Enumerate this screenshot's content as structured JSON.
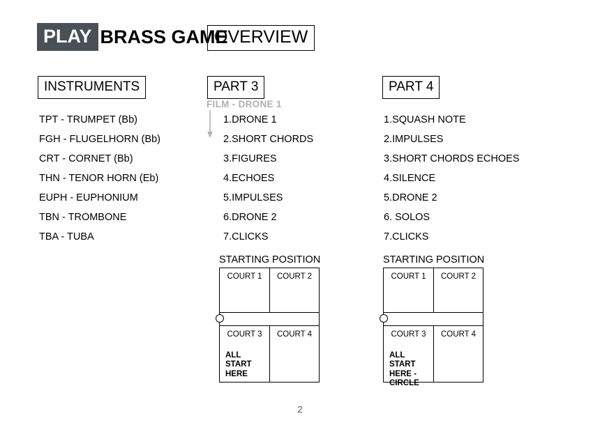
{
  "header": {
    "play_label": "PLAY",
    "title": "BRASS GAME",
    "section_label": "OVERVIEW"
  },
  "colors": {
    "play_badge_bg": "#4a5057",
    "play_badge_text": "#ffffff",
    "film_note_text": "#b0b0b0",
    "rule": "#000000",
    "page_bg": "#ffffff"
  },
  "instruments": {
    "title": "INSTRUMENTS",
    "items": [
      "TPT - TRUMPET (Bb)",
      "FGH - FLUGELHORN (Bb)",
      "CRT - CORNET (Bb)",
      "THN - TENOR HORN (Eb)",
      "EUPH - EUPHONIUM",
      "TBN - TROMBONE",
      "TBA - TUBA"
    ]
  },
  "part3": {
    "title": "PART 3",
    "film_note": "FILM - DRONE 1",
    "items": [
      "1.DRONE 1",
      "2.SHORT CHORDS",
      "3.FIGURES",
      "4.ECHOES",
      "5.IMPULSES",
      "6.DRONE 2",
      "7.CLICKS"
    ],
    "starting_position": {
      "label": "STARTING POSITION",
      "courts": [
        "COURT 1",
        "COURT 2",
        "COURT 3",
        "COURT 4"
      ],
      "note": "ALL\nSTART\nHERE"
    }
  },
  "part4": {
    "title": "PART 4",
    "items": [
      "1.SQUASH NOTE",
      "2.IMPULSES",
      "3.SHORT CHORDS ECHOES",
      "4.SILENCE",
      "5.DRONE 2",
      "6. SOLOS",
      "7.CLICKS"
    ],
    "starting_position": {
      "label": "STARTING POSITION",
      "courts": [
        "COURT 1",
        "COURT 2",
        "COURT 3",
        "COURT 4"
      ],
      "note": "ALL\nSTART\nHERE -\nCIRCLE"
    }
  },
  "footer": {
    "page_number": "2"
  }
}
